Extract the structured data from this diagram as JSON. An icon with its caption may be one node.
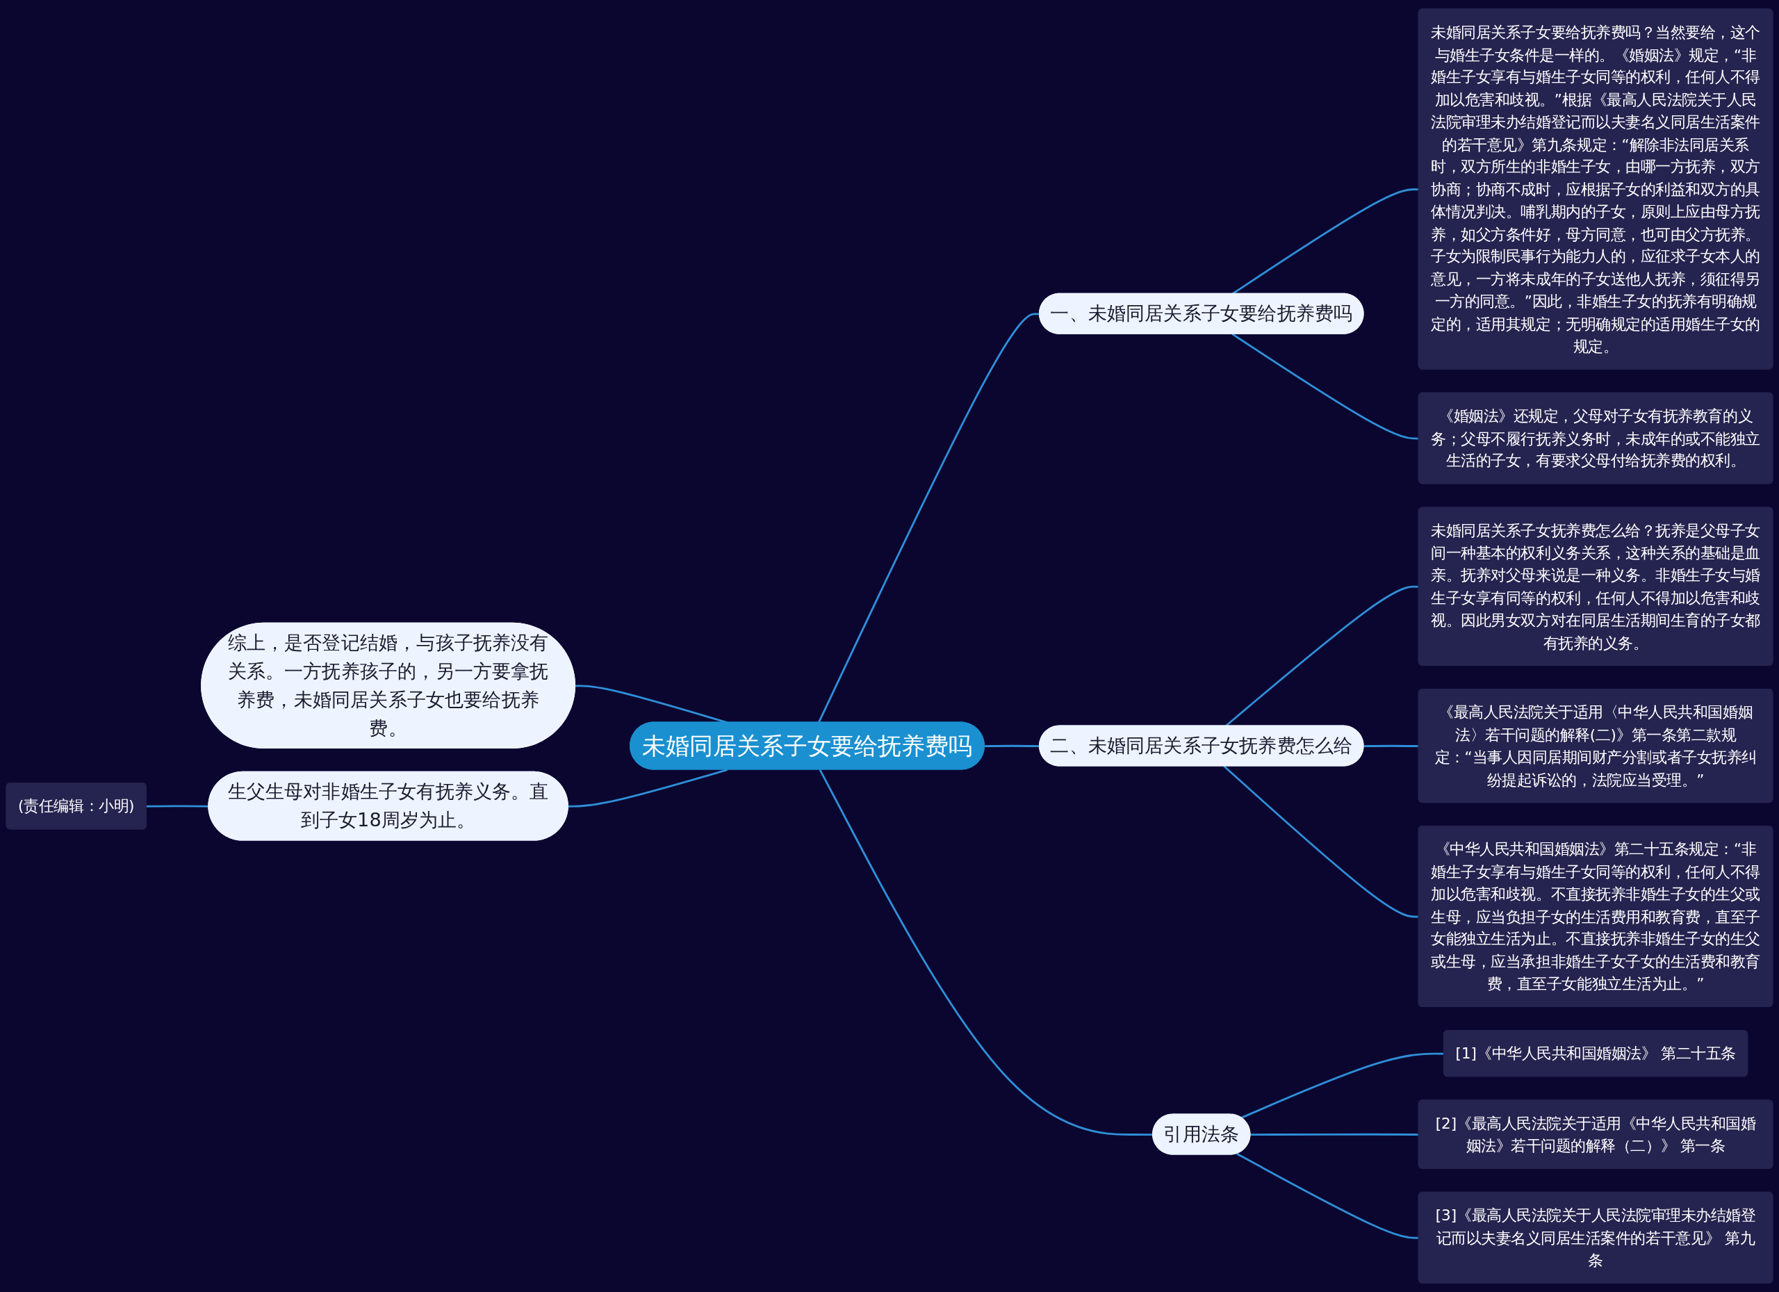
{
  "diagram": {
    "nodes": [
      {
        "text": [
          "未婚同居关系子女要给抚养费吗"
        ]
      },
      {
        "text": [
          "一、未婚同居关系子女要给抚养费吗"
        ]
      },
      {
        "text": [
          "未婚同居关系子女要给抚养费吗？当然要给，这个与婚生子女条件是一样的。《婚姻法》规定，“非婚生子女享有与婚生子女同等的权利，任何人不得加以危害和歧视。”根据《最高人民法院关于人民法院审理未办结婚登记而以夫妻名义同居生活案件的若干意见》第九条规定：“解除非法同居关系时，双方所生的非婚生子女，由哪一方抚养，双方协商；协商不成时，应根据子女的利益和双方的具体情况判决。哺乳期内的子女，原则上应由母方抚养，如父方条件好，母方同意，也可由父方抚养。子女为限制民事行为能力人的，应征求子女本人的意见，一方将未成年的子女送他人抚养，须征得另一方的同意。”因此，非婚生子女的抚养有明确规定的，适用其规定；无明确规定的适用婚生子女的规定。"
        ]
      },
      {
        "text": [
          "《婚姻法》还规定，父母对子女有抚养教育的义务；父母不履行抚养义务时，未成年的或不能独立生活的子女，有要求父母付给抚养费的权利。"
        ]
      },
      {
        "text": [
          "二、未婚同居关系子女抚养费怎么给"
        ]
      },
      {
        "text": [
          "未婚同居关系子女抚养费怎么给？抚养是父母子女间一种基本的权利义务关系，这种关系的基础是血亲。抚养对父母来说是一种义务。非婚生子女与婚生子女享有同等的权利，任何人不得加以危害和歧视。因此男女双方对在同居生活期间生育的子女都有抚养的义务。"
        ]
      },
      {
        "text": [
          "《最高人民法院关于适用〈中华人民共和国婚姻法〉若干问题的解释(二)》第一条第二款规定：“当事人因同居期间财产分割或者子女抚养纠纷提起诉讼的，法院应当受理。”"
        ]
      },
      {
        "text": [
          "《中华人民共和国婚姻法》第二十五条规定：“非婚生子女享有与婚生子女同等的权利，任何人不得加以危害和歧视。不直接抚养非婚生子女的生父或生母，应当负担子女的生活费用和教育费，直至子女能独立生活为止。不直接抚养非婚生子女的生父或生母，应当承担非婚生子女子女的生活费和教育费，直至子女能独立生活为止。”"
        ]
      },
      {
        "text": [
          "引用法条"
        ]
      },
      {
        "text": [
          "[1]《中华人民共和国婚姻法》 第二十五条"
        ]
      },
      {
        "text": [
          "[2]《最高人民法院关于适用《中华人民共和国婚姻法》若干问题的解释（二）》 第一条"
        ]
      },
      {
        "text": [
          "[3]《最高人民法院关于人民法院审理未办结婚登记而以夫妻名义同居生活案件的若干意见》 第九条"
        ]
      },
      {
        "text": [
          "综上，是否登记结婚，与孩子抚养没有关系。一方抚养孩子的，另一方要拿抚养费，未婚同居关系子女也要给抚养费。"
        ]
      },
      {
        "text": [
          "生父生母对非婚生子女有抚养义务。直到子女18周岁为止。"
        ]
      },
      {
        "text": [
          "(责任编辑：小明)"
        ]
      }
    ],
    "edges": [
      {
        "from": 0,
        "to": 1,
        "arrow": "none"
      },
      {
        "from": 1,
        "to": 2,
        "arrow": "none"
      },
      {
        "from": 1,
        "to": 3,
        "arrow": "none"
      },
      {
        "from": 0,
        "to": 4,
        "arrow": "none"
      },
      {
        "from": 4,
        "to": 5,
        "arrow": "none"
      },
      {
        "from": 4,
        "to": 6,
        "arrow": "none"
      },
      {
        "from": 4,
        "to": 7,
        "arrow": "none"
      },
      {
        "from": 0,
        "to": 8,
        "arrow": "none"
      },
      {
        "from": 8,
        "to": 9,
        "arrow": "none"
      },
      {
        "from": 8,
        "to": 10,
        "arrow": "none"
      },
      {
        "from": 8,
        "to": 11,
        "arrow": "none"
      },
      {
        "from": 12,
        "to": 0,
        "arrow": "none"
      },
      {
        "from": 13,
        "to": 0,
        "arrow": "none"
      },
      {
        "from": 14,
        "to": 13,
        "arrow": "none"
      }
    ]
  }
}
